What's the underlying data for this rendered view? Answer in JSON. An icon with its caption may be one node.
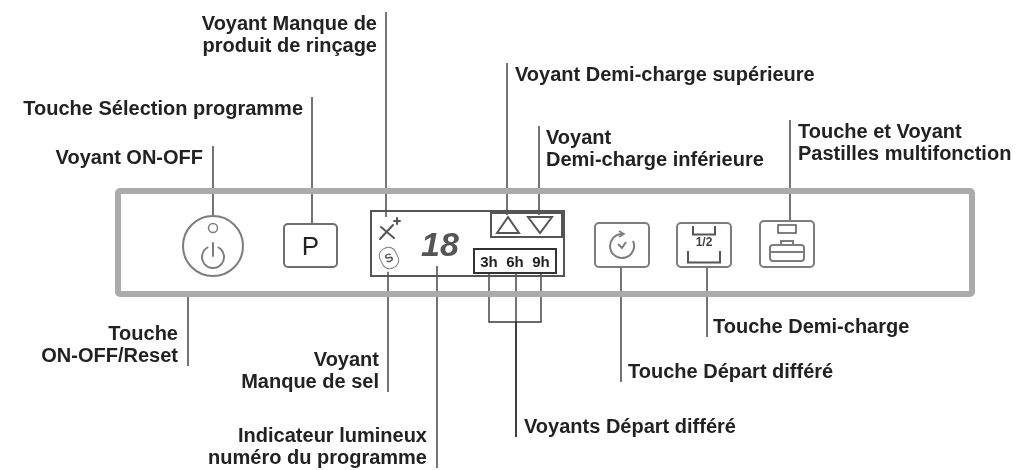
{
  "diagram": {
    "nodes": [
      {
        "text": [
          "Voyant Manque de produit de rinçage"
        ]
      },
      {
        "text": [
          "Voyant Demi-charge supérieure"
        ]
      },
      {
        "text": [
          "Touche Sélection programme"
        ]
      },
      {
        "text": [
          "Touche et Voyant Pastilles multifonction"
        ]
      },
      {
        "text": [
          "Voyant Demi-charge inférieure"
        ]
      },
      {
        "text": [
          "Voyant ON-OFF"
        ]
      },
      {
        "text": [],
        "shape": "box"
      },
      {
        "text": [],
        "shape": "circle",
        "in": 6
      },
      {
        "text": [
          "P"
        ],
        "in": 6
      },
      {
        "text": [],
        "shape": "box",
        "in": 6
      },
      {
        "text": [],
        "shape": "picture",
        "in": 9
      },
      {
        "text": [
          "S"
        ],
        "in": 9
      },
      {
        "text": [
          "18"
        ],
        "in": 9
      },
      {
        "text": [],
        "shape": "box",
        "in": 9
      },
      {
        "text": [],
        "shape": "triangle",
        "in": 13
      },
      {
        "text": [],
        "shape": "triangle",
        "in": 13
      },
      {
        "text": [],
        "shape": "box",
        "in": 9
      },
      {
        "text": [
          "3h"
        ],
        "in": 16
      },
      {
        "text": [
          "6h"
        ],
        "in": 16
      },
      {
        "text": [
          "9h"
        ],
        "in": 16
      },
      {
        "text": [],
        "shape": "box",
        "in": 6
      },
      {
        "text": [
          "1/2"
        ],
        "in": 6
      },
      {
        "text": [],
        "shape": "box",
        "in": 6
      },
      {
        "text": [
          "Touche Demi-charge"
        ]
      },
      {
        "text": [
          "Touche ON-OFF/Reset"
        ]
      },
      {
        "text": [
          "Voyant Manque de sel"
        ]
      },
      {
        "text": [
          "Touche Départ différé"
        ]
      },
      {
        "text": [
          "Voyants Départ différé"
        ]
      },
      {
        "text": [
          "Indicateur lumineux numéro du programme"
        ]
      }
    ],
    "edges": [
      {
        "from": 0,
        "to": 10,
        "arrow": "none"
      },
      {
        "from": 1,
        "to": 14,
        "arrow": "none"
      },
      {
        "from": 2,
        "to": 8,
        "arrow": "none"
      },
      {
        "from": 3,
        "to": 22,
        "arrow": "none"
      },
      {
        "from": 4,
        "to": 15,
        "arrow": "none"
      },
      {
        "from": 5,
        "to": 7,
        "arrow": "none"
      },
      {
        "from": 23,
        "to": 21,
        "arrow": "none"
      },
      {
        "from": 24,
        "to": 6,
        "arrow": "none"
      },
      {
        "from": 25,
        "to": 11,
        "arrow": "none"
      },
      {
        "from": 26,
        "to": 20,
        "arrow": "none"
      },
      {
        "from": 27,
        "to": 17,
        "arrow": "none"
      },
      {
        "from": 27,
        "to": 18,
        "arrow": "none"
      },
      {
        "from": 27,
        "to": 19,
        "arrow": "none"
      },
      {
        "from": 28,
        "to": 12,
        "arrow": "none"
      }
    ]
  }
}
